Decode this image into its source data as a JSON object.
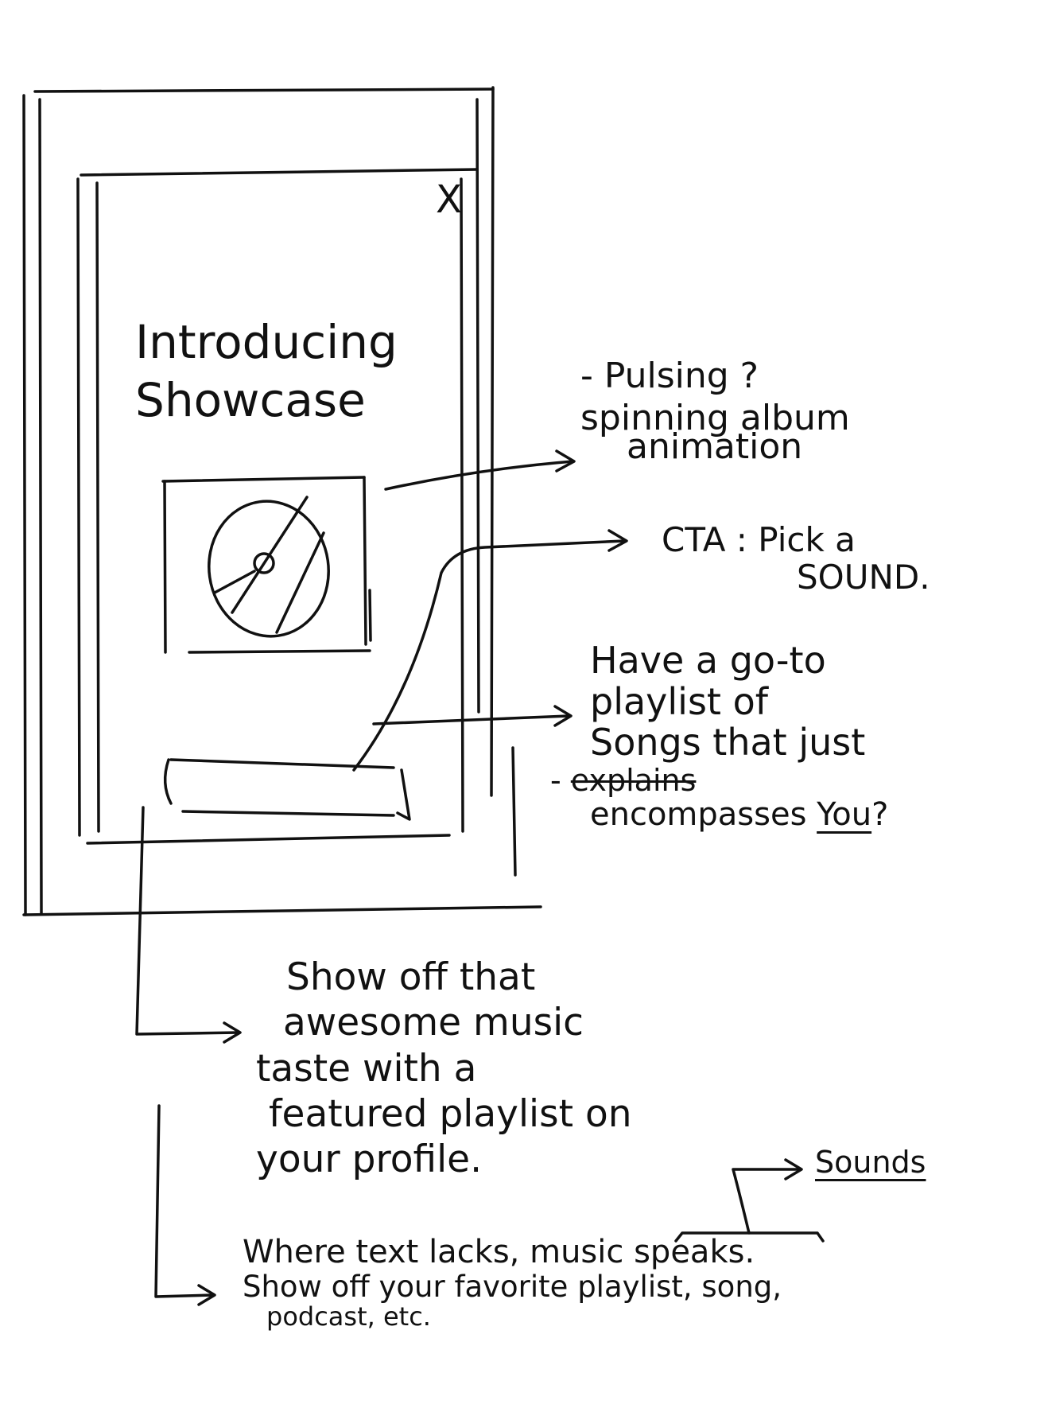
{
  "modal": {
    "close_glyph": "X",
    "title_line1": "Introducing",
    "title_line2": "Showcase"
  },
  "notes": {
    "album": {
      "line1": "- Pulsing ?",
      "line2": "spinning album",
      "line3": "animation"
    },
    "cta": {
      "line1": "CTA : Pick a",
      "line2": "SOUND."
    },
    "playlist": {
      "line1": "Have a go-to",
      "line2": "playlist of",
      "line3": "Songs that just",
      "dash": "- ",
      "struck": "explains",
      "line5_prefix": "encompasses ",
      "line5_emph": "You",
      "line5_suffix": "?"
    },
    "showoff": {
      "line1": "Show off that",
      "line2": "awesome music",
      "line3": "taste with a",
      "line4": "featured playlist on",
      "line5": "your profile."
    },
    "sounds": "Sounds",
    "speaks": {
      "line1": "Where text lacks, music speaks.",
      "line2": "Show off your favorite playlist, song,",
      "line3": "podcast, etc."
    }
  },
  "colors": {
    "ink": "#111111",
    "paper": "#ffffff"
  },
  "icons": [
    "close-icon",
    "vinyl-record-icon",
    "arrow-right-icon"
  ]
}
